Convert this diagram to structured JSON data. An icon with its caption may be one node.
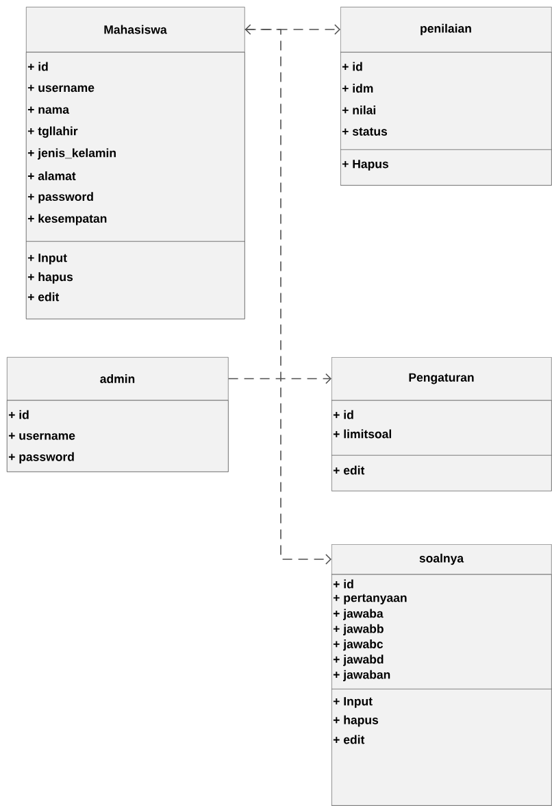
{
  "diagram": {
    "nodes": [
      {
        "text": [
          "Mahasiswa"
        ]
      },
      {
        "text": [
          "+ id",
          "+ username",
          "+ nama",
          "+ tgllahir",
          "+ jenis_kelamin",
          "+ alamat",
          "+ password",
          "+ kesempatan"
        ],
        "in": 0
      },
      {
        "text": [
          "+ Input",
          "+ hapus",
          "+ edit"
        ],
        "in": 0
      },
      {
        "text": [
          "penilaian"
        ]
      },
      {
        "text": [
          "+ id",
          "+ idm",
          "+ nilai",
          "+ status"
        ],
        "in": 3
      },
      {
        "text": [
          "+ Hapus"
        ],
        "in": 3
      },
      {
        "text": [
          "admin"
        ]
      },
      {
        "text": [
          "+ id",
          "+ username",
          "+ password"
        ],
        "in": 6
      },
      {
        "text": [
          "Pengaturan"
        ]
      },
      {
        "text": [
          "+ id",
          "+ limitsoal"
        ],
        "in": 8
      },
      {
        "text": [
          "+ edit"
        ],
        "in": 8
      },
      {
        "text": [
          "soalnya"
        ]
      },
      {
        "text": [
          "+ id",
          "+ pertanyaan",
          "+ jawaba",
          "+ jawabb",
          "+ jawabc",
          "+ jawabd",
          "+ jawaban"
        ],
        "in": 11
      },
      {
        "text": [
          "+ Input",
          "+ hapus",
          "+ edit"
        ],
        "in": 11
      }
    ],
    "edges": [
      {
        "from": 0,
        "to": 3,
        "arrow": "both",
        "style": "dashed"
      },
      {
        "from": 0,
        "to": 11,
        "arrow": "to",
        "style": "dashed"
      },
      {
        "from": 6,
        "to": 8,
        "arrow": "to",
        "style": "dashed"
      }
    ]
  }
}
